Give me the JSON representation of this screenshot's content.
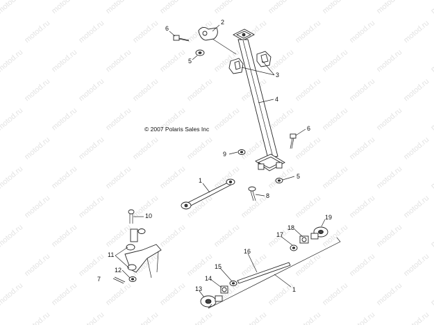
{
  "copyright": "© 2007 Polaris Sales Inc",
  "watermark": "motod.ru",
  "callouts": [
    {
      "id": "c2a",
      "label": "2"
    },
    {
      "id": "c6a",
      "label": "6"
    },
    {
      "id": "c5a",
      "label": "5"
    },
    {
      "id": "c3",
      "label": "3"
    },
    {
      "id": "c4",
      "label": "4"
    },
    {
      "id": "c6b",
      "label": "6"
    },
    {
      "id": "c9",
      "label": "9"
    },
    {
      "id": "c5b",
      "label": "5"
    },
    {
      "id": "c1a",
      "label": "1"
    },
    {
      "id": "c8",
      "label": "8"
    },
    {
      "id": "c10",
      "label": "10"
    },
    {
      "id": "c19",
      "label": "19"
    },
    {
      "id": "c18",
      "label": "18"
    },
    {
      "id": "c17",
      "label": "17"
    },
    {
      "id": "c16",
      "label": "16"
    },
    {
      "id": "c11",
      "label": "11"
    },
    {
      "id": "c15",
      "label": "15"
    },
    {
      "id": "c12",
      "label": "12"
    },
    {
      "id": "c14",
      "label": "14"
    },
    {
      "id": "c7",
      "label": "7"
    },
    {
      "id": "c13",
      "label": "13"
    },
    {
      "id": "c1b",
      "label": "1"
    }
  ],
  "colors": {
    "line": "#222222",
    "watermark": "#e3e3e3",
    "background": "#ffffff"
  }
}
